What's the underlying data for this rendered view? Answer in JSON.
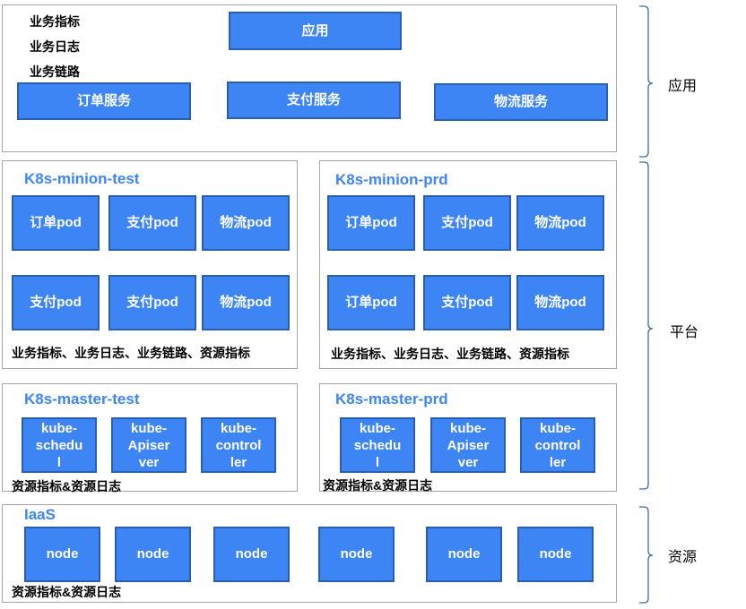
{
  "app_layer": {
    "metrics_lines": [
      "业务指标",
      "业务日志",
      "业务链路"
    ],
    "app_box": "应用",
    "services": [
      "订单服务",
      "支付服务",
      "物流服务"
    ]
  },
  "minion_test": {
    "title": "K8s-minion-test",
    "row1": [
      "订单pod",
      "支付pod",
      "物流pod"
    ],
    "row2": [
      "支付pod",
      "支付pod",
      "物流pod"
    ],
    "footer": "业务指标、业务日志、业务链路、资源指标"
  },
  "minion_prd": {
    "title": "K8s-minion-prd",
    "row1": [
      "订单pod",
      "支付pod",
      "物流pod"
    ],
    "row2": [
      "订单pod",
      "支付pod",
      "物流pod"
    ],
    "footer": "业务指标、业务日志、业务链路、资源指标"
  },
  "master_test": {
    "title": "K8s-master-test",
    "components": [
      [
        "kube-",
        "schedu",
        "l"
      ],
      [
        "kube-",
        "Apiser",
        "ver"
      ],
      [
        "kube-",
        "control",
        "ler"
      ]
    ],
    "footer": "资源指标&资源日志"
  },
  "master_prd": {
    "title": "K8s-master-prd",
    "components": [
      [
        "kube-",
        "schedu",
        "l"
      ],
      [
        "kube-",
        "Apiser",
        "ver"
      ],
      [
        "kube-",
        "control",
        "ler"
      ]
    ],
    "footer": "资源指标&资源日志"
  },
  "iaas": {
    "title": "IaaS",
    "nodes": [
      "node",
      "node",
      "node",
      "node",
      "node",
      "node"
    ],
    "footer": "资源指标&资源日志"
  },
  "braces": {
    "application": "应用",
    "platform": "平台",
    "resource": "资源"
  },
  "colors": {
    "box_fill": "#3d85f5",
    "box_border": "#2a5fb0",
    "title_text": "#3d85f5",
    "panel_border": "#a6a6a6"
  }
}
